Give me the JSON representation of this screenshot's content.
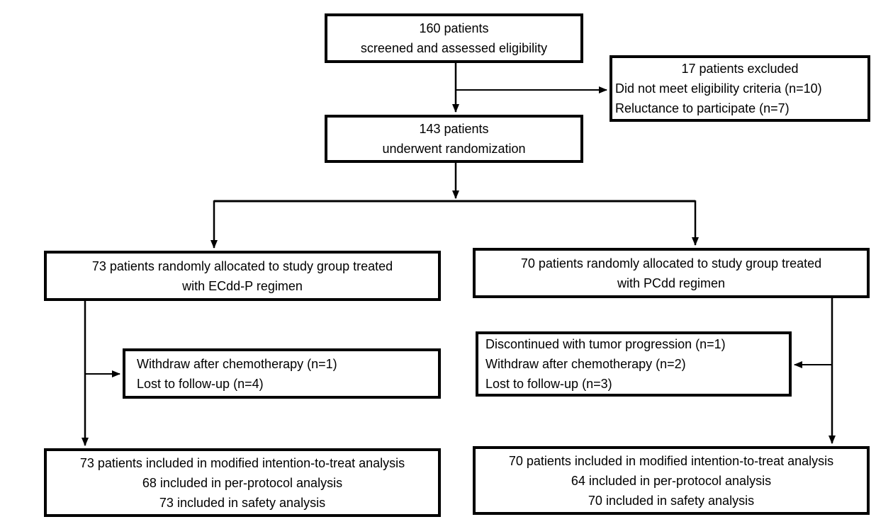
{
  "diagram": {
    "colors": {
      "background": "#ffffff",
      "box_border": "#000000",
      "box_fill": "#ffffff",
      "text": "#000000",
      "connector": "#000000"
    },
    "boxes": {
      "screened": {
        "lines": [
          "160 patients",
          "screened and assessed eligibility"
        ]
      },
      "excluded": {
        "title": "17 patients excluded",
        "reasons": [
          "Did not meet eligibility criteria (n=10)",
          "Reluctance to participate (n=7)"
        ]
      },
      "randomized": {
        "lines": [
          "143 patients",
          "underwent randomization"
        ]
      },
      "allocated_ecddp": {
        "lines": [
          "73 patients randomly allocated to study group treated",
          "with ECdd-P regimen"
        ]
      },
      "allocated_pcdd": {
        "lines": [
          "70 patients randomly allocated to study group treated",
          "with PCdd regimen"
        ]
      },
      "dropout_ecddp": {
        "lines": [
          "Withdraw after chemotherapy (n=1)",
          "Lost to follow-up (n=4)"
        ]
      },
      "dropout_pcdd": {
        "lines": [
          "Discontinued with tumor progression (n=1)",
          "Withdraw after chemotherapy (n=2)",
          "Lost to follow-up (n=3)"
        ]
      },
      "analysis_ecddp": {
        "lines": [
          "73 patients included in modified intention-to-treat analysis",
          "68 included in per-protocol analysis",
          "73 included in safety analysis"
        ]
      },
      "analysis_pcdd": {
        "lines": [
          "70 patients included in modified intention-to-treat analysis",
          "64 included in per-protocol analysis",
          "70 included in safety analysis"
        ]
      }
    },
    "edges": [
      {
        "from": "screened",
        "to": "randomized"
      },
      {
        "from": "screened",
        "to": "excluded"
      },
      {
        "from": "randomized",
        "to": "allocated_ecddp"
      },
      {
        "from": "randomized",
        "to": "allocated_pcdd"
      },
      {
        "from": "allocated_ecddp",
        "to": "dropout_ecddp"
      },
      {
        "from": "allocated_ecddp",
        "to": "analysis_ecddp"
      },
      {
        "from": "allocated_pcdd",
        "to": "dropout_pcdd"
      },
      {
        "from": "allocated_pcdd",
        "to": "analysis_pcdd"
      }
    ]
  }
}
